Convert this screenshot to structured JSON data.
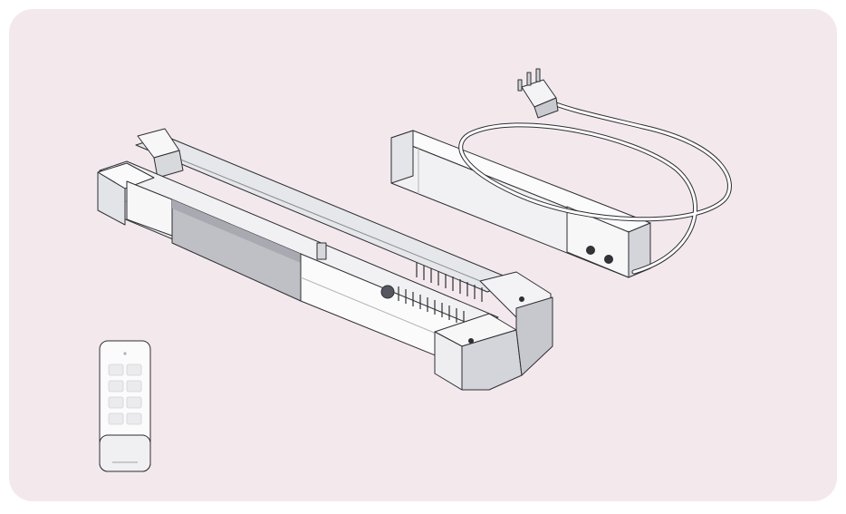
{
  "colors": {
    "background": "#f3e9ed",
    "housing": "#f7f7f8",
    "housing_edge": "#2e2e33",
    "shade": "#cfd0d5",
    "dark_shade": "#9ea0a7",
    "cable": "#ffffff",
    "remote": "#fbfbfb"
  },
  "objects": [
    {
      "name": "curtain-motor-track",
      "icon": "curtain-track-icon"
    },
    {
      "name": "power-supply-adapter",
      "icon": "power-adapter-icon"
    },
    {
      "name": "uk-plug-cable",
      "icon": "plug-icon"
    },
    {
      "name": "remote-control",
      "icon": "remote-icon"
    }
  ]
}
